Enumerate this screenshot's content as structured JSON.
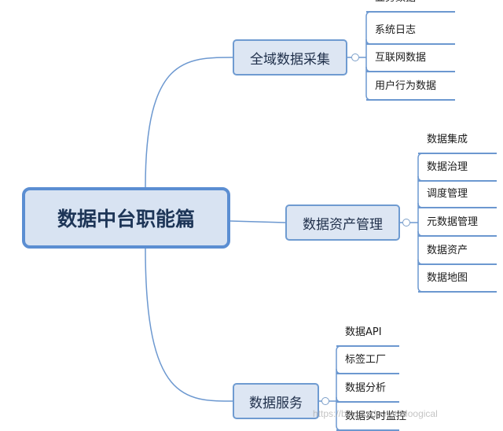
{
  "root": {
    "label": "数据中台职能篇"
  },
  "branches": [
    {
      "label": "全域数据采集",
      "leaves": [
        "业务数据",
        "系统日志",
        "互联网数据",
        "用户行为数据"
      ]
    },
    {
      "label": "数据资产管理",
      "leaves": [
        "数据集成",
        "数据治理",
        "调度管理",
        "元数据管理",
        "数据资产",
        "数据地图"
      ]
    },
    {
      "label": "数据服务",
      "leaves": [
        "数据API",
        "标签工厂",
        "数据分析",
        "数据实时监控"
      ]
    }
  ],
  "watermark": "https://blog.csdn.net/Moogical",
  "colors": {
    "root_fill": "#d8e3f2",
    "root_border": "#5b8ed2",
    "branch_fill": "#dde6f3",
    "branch_border": "#6f9bd1",
    "connector": "#6c98d0"
  }
}
